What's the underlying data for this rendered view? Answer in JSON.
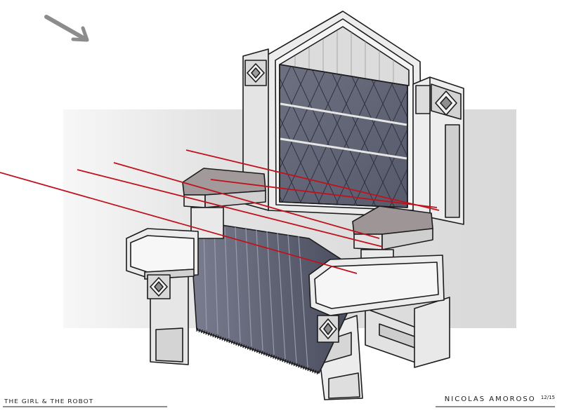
{
  "captions": {
    "project_title": "THE GIRL & THE ROBOT",
    "artist_name": "NICOLAS AMOROSO",
    "date_mark": "12/15"
  },
  "colors": {
    "background_panel": "#dedede",
    "stone_light": "#efefef",
    "stone_mid": "#d6d6d6",
    "stone_shadow": "#b8b8b8",
    "cushion": "#5e6172",
    "cushion_dark": "#45485a",
    "armrest_top": "#9a8e8e",
    "perspective_lines": "#c0121c",
    "outline": "#1c1c1c",
    "arrow": "#8c8c8c"
  },
  "icons": {
    "direction_marker": "light-direction-arrow-icon",
    "ornament": "diamond-ornament-icon"
  }
}
